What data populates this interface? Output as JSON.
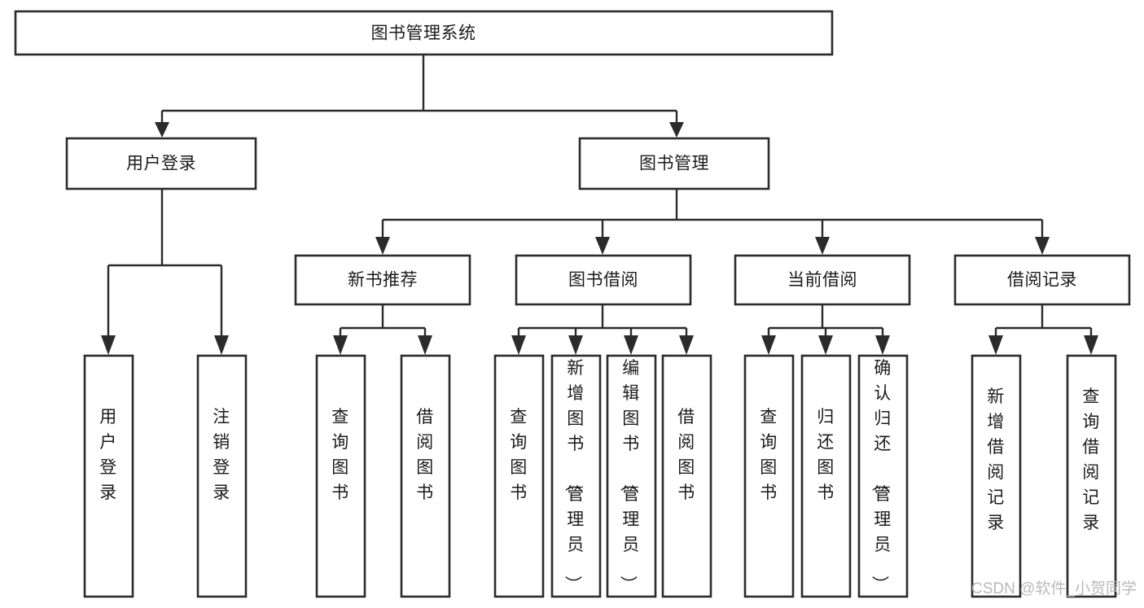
{
  "diagram": {
    "type": "org-chart-tree",
    "title_node": "图书管理系统",
    "watermark": "CSDN @软件_小贺同学",
    "colors": {
      "box_stroke": "#2b2b2b",
      "box_fill": "#ffffff",
      "connector": "#2b2b2b",
      "text": "#1b1b1b",
      "watermark": "#b9b9b9",
      "background": "#ffffff"
    },
    "nodes": {
      "root": {
        "label": "图书管理系统"
      },
      "level2": [
        {
          "id": "user-login",
          "label": "用户登录"
        },
        {
          "id": "book-manage",
          "label": "图书管理"
        }
      ],
      "level3": [
        {
          "id": "new-book-rec",
          "label": "新书推荐"
        },
        {
          "id": "book-borrow",
          "label": "图书借阅"
        },
        {
          "id": "current-borrow",
          "label": "当前借阅"
        },
        {
          "id": "borrow-record",
          "label": "借阅记录"
        }
      ],
      "leaves": {
        "user_login": [
          {
            "id": "leaf-user-login",
            "label": "用户登录"
          },
          {
            "id": "leaf-logout-login",
            "label": "注销登录"
          }
        ],
        "new_book_rec": [
          {
            "id": "leaf-query-book-1",
            "label": "查询图书"
          },
          {
            "id": "leaf-borrow-book-1",
            "label": "借阅图书"
          }
        ],
        "book_borrow": [
          {
            "id": "leaf-query-book-2",
            "label": "查询图书"
          },
          {
            "id": "leaf-add-book",
            "label": "新增图书（管理员）"
          },
          {
            "id": "leaf-edit-book",
            "label": "编辑图书（管理员）"
          },
          {
            "id": "leaf-borrow-book-2",
            "label": "借阅图书"
          }
        ],
        "current_borrow": [
          {
            "id": "leaf-query-book-3",
            "label": "查询图书"
          },
          {
            "id": "leaf-return-book",
            "label": "归还图书"
          },
          {
            "id": "leaf-confirm-return",
            "label": "确认归还（管理员）"
          }
        ],
        "borrow_record": [
          {
            "id": "leaf-add-record",
            "label": "新增借阅记录"
          },
          {
            "id": "leaf-query-record",
            "label": "查询借阅记录"
          }
        ]
      }
    }
  }
}
